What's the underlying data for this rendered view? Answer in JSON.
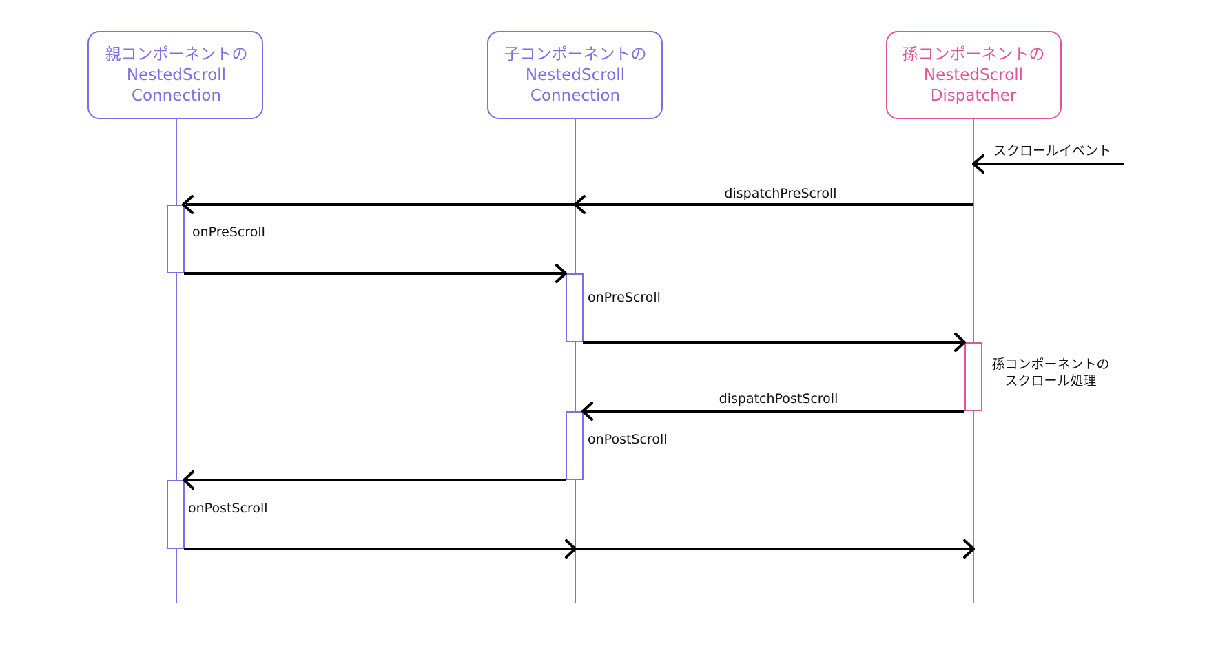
{
  "colors": {
    "parent": "#7B6FE2",
    "child": "#7B6FE2",
    "grandchild": "#E0559A",
    "arrow": "#000000",
    "background": "#FFFFFF"
  },
  "actors": {
    "parent": {
      "line1": "親コンポーネントの",
      "line2": "NestedScroll",
      "line3": "Connection"
    },
    "child": {
      "line1": "子コンポーネントの",
      "line2": "NestedScroll",
      "line3": "Connection"
    },
    "grandchild": {
      "line1": "孫コンポーネントの",
      "line2": "NestedScroll",
      "line3": "Dispatcher"
    }
  },
  "messages": {
    "scroll_event": "スクロールイベント",
    "dispatch_pre_scroll": "dispatchPreScroll",
    "on_pre_scroll_parent": "onPreScroll",
    "on_pre_scroll_child": "onPreScroll",
    "grandchild_processing_line1": "孫コンポーネントの",
    "grandchild_processing_line2": "スクロール処理",
    "dispatch_post_scroll": "dispatchPostScroll",
    "on_post_scroll_child": "onPostScroll",
    "on_post_scroll_parent": "onPostScroll"
  }
}
